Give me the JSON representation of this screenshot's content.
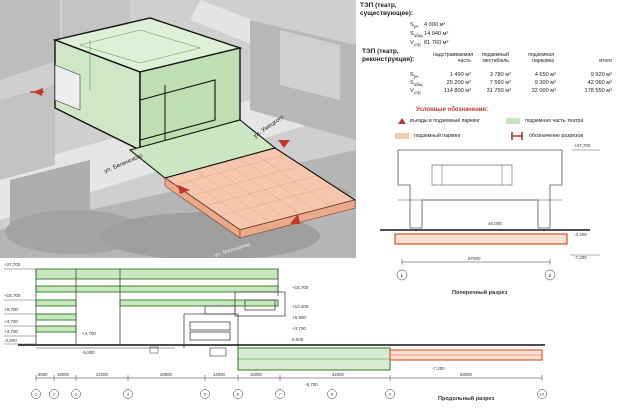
{
  "existing": {
    "title": "ТЭП (театр, существующее):",
    "rows": [
      {
        "label": "S",
        "sub": "уч",
        "value": "4 000 м²"
      },
      {
        "label": "S",
        "sub": "общ",
        "value": "14 940 м²"
      },
      {
        "label": "V",
        "sub": "стр",
        "value": "81 760 м³"
      }
    ]
  },
  "reconstruction": {
    "title": "ТЭП (театр, реконструкция):",
    "columns": [
      "надстраиваемая часть",
      "подземный вестибюль",
      "подземная парковка",
      "итого"
    ],
    "rows": [
      {
        "label": "S",
        "sub": "уч",
        "values": [
          "1 490 м²",
          "3 780 м²",
          "4 650 м²",
          "9 920 м²"
        ]
      },
      {
        "label": "S",
        "sub": "общ",
        "values": [
          "25 200 м²",
          "7 560 м²",
          "9 300 м²",
          "42 060 м²"
        ]
      },
      {
        "label": "V",
        "sub": "стр",
        "values": [
          "114 800 м³",
          "31 750 м³",
          "32 000 м³",
          "178 550 м³"
        ]
      }
    ]
  },
  "legend": {
    "title": "Условные обозначения:",
    "items": [
      {
        "label": "въезды в подземный паркинг",
        "color": "#c0392b"
      },
      {
        "label": "подземная часть театра",
        "color": "#c8e6c0"
      },
      {
        "label": "подземный паркинг",
        "color": "#f5c9b2"
      },
      {
        "label": "обозначение разрезов",
        "color": "#c0392b"
      }
    ]
  },
  "aerial": {
    "street_labels": [
      "ул. Белинского",
      "ул. Умецкого",
      "ул. Малышева"
    ]
  },
  "cross_section": {
    "caption": "Поперечный разрез",
    "levels": [
      "+27,700",
      "±0,000",
      "-4,200",
      "-7,200"
    ],
    "dims": [
      "57000"
    ],
    "axes": [
      "1",
      "2"
    ]
  },
  "long_section": {
    "caption": "Продольный разрез",
    "levels_left": [
      "+27,700",
      "+15,700",
      "+9,700",
      "+4,700",
      "+3,700",
      "-2,900"
    ],
    "levels_mid": [
      "+4,700",
      "-5,800"
    ],
    "levels_right": [
      "+18,700",
      "+10,400",
      "+6,900",
      "+3,700",
      "0,000",
      "-7,200",
      "-9,700"
    ],
    "dims": [
      "6000",
      "16000",
      "21000",
      "28500",
      "12000",
      "16000",
      "42000",
      "58000"
    ],
    "axes": [
      "1",
      "2",
      "3",
      "4",
      "5",
      "6",
      "7",
      "8",
      "9",
      "10"
    ]
  },
  "colors": {
    "green": "#c8e6c0",
    "green_line": "#3a8a2c",
    "orange": "#f5c9b2",
    "orange_line": "#d9501e",
    "red": "#c0392b"
  }
}
